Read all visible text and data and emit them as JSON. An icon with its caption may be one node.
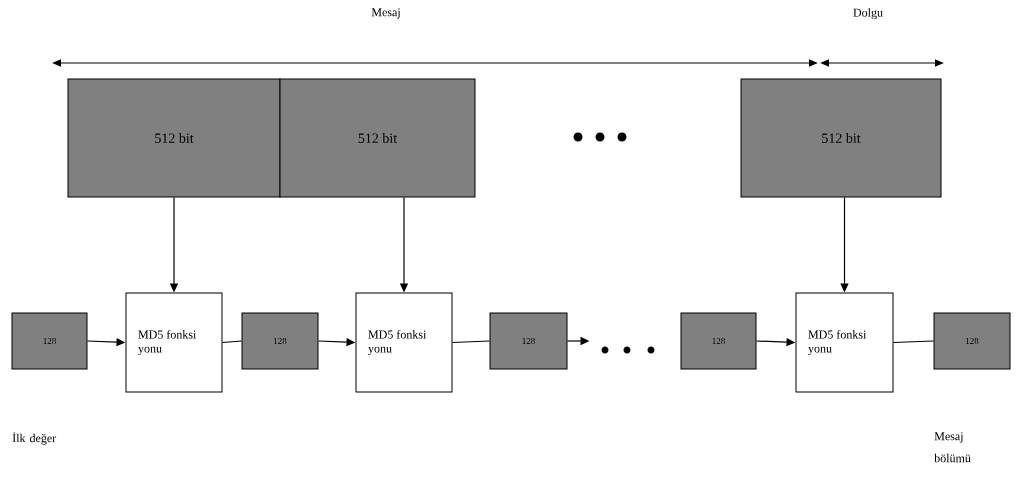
{
  "diagram": {
    "nodes": [
      {
        "text": [
          "512 bit"
        ]
      },
      {
        "text": [
          "512 bit"
        ]
      },
      {
        "text": [
          "512 bit"
        ]
      },
      {
        "text": [
          "128"
        ]
      },
      {
        "text": [
          "MD5 fonksi yonu"
        ]
      },
      {
        "text": [
          "128"
        ]
      },
      {
        "text": [
          "MD5 fonksi yonu"
        ]
      },
      {
        "text": [
          "128"
        ]
      },
      {
        "text": [
          "128"
        ]
      },
      {
        "text": [
          "MD5 fonksi yonu"
        ]
      },
      {
        "text": [
          "128"
        ]
      }
    ],
    "edges": [
      {
        "from": 0,
        "to": 4,
        "arrow": "to"
      },
      {
        "from": 1,
        "to": 6,
        "arrow": "to"
      },
      {
        "from": 2,
        "to": 9,
        "arrow": "to"
      },
      {
        "from": 3,
        "to": 4,
        "arrow": "to"
      },
      {
        "from": 4,
        "to": 5,
        "arrow": "none"
      },
      {
        "from": 5,
        "to": 6,
        "arrow": "to"
      },
      {
        "from": 6,
        "to": 7,
        "arrow": "none"
      },
      {
        "from": 7,
        "to": null,
        "arrow": "to"
      },
      {
        "from": 8,
        "to": 9,
        "arrow": "to"
      },
      {
        "from": 9,
        "to": 10,
        "arrow": "none"
      }
    ],
    "labels": [
      "Mesaj",
      "Dolgu",
      "İlk değer",
      "Mesaj bölümü"
    ]
  }
}
